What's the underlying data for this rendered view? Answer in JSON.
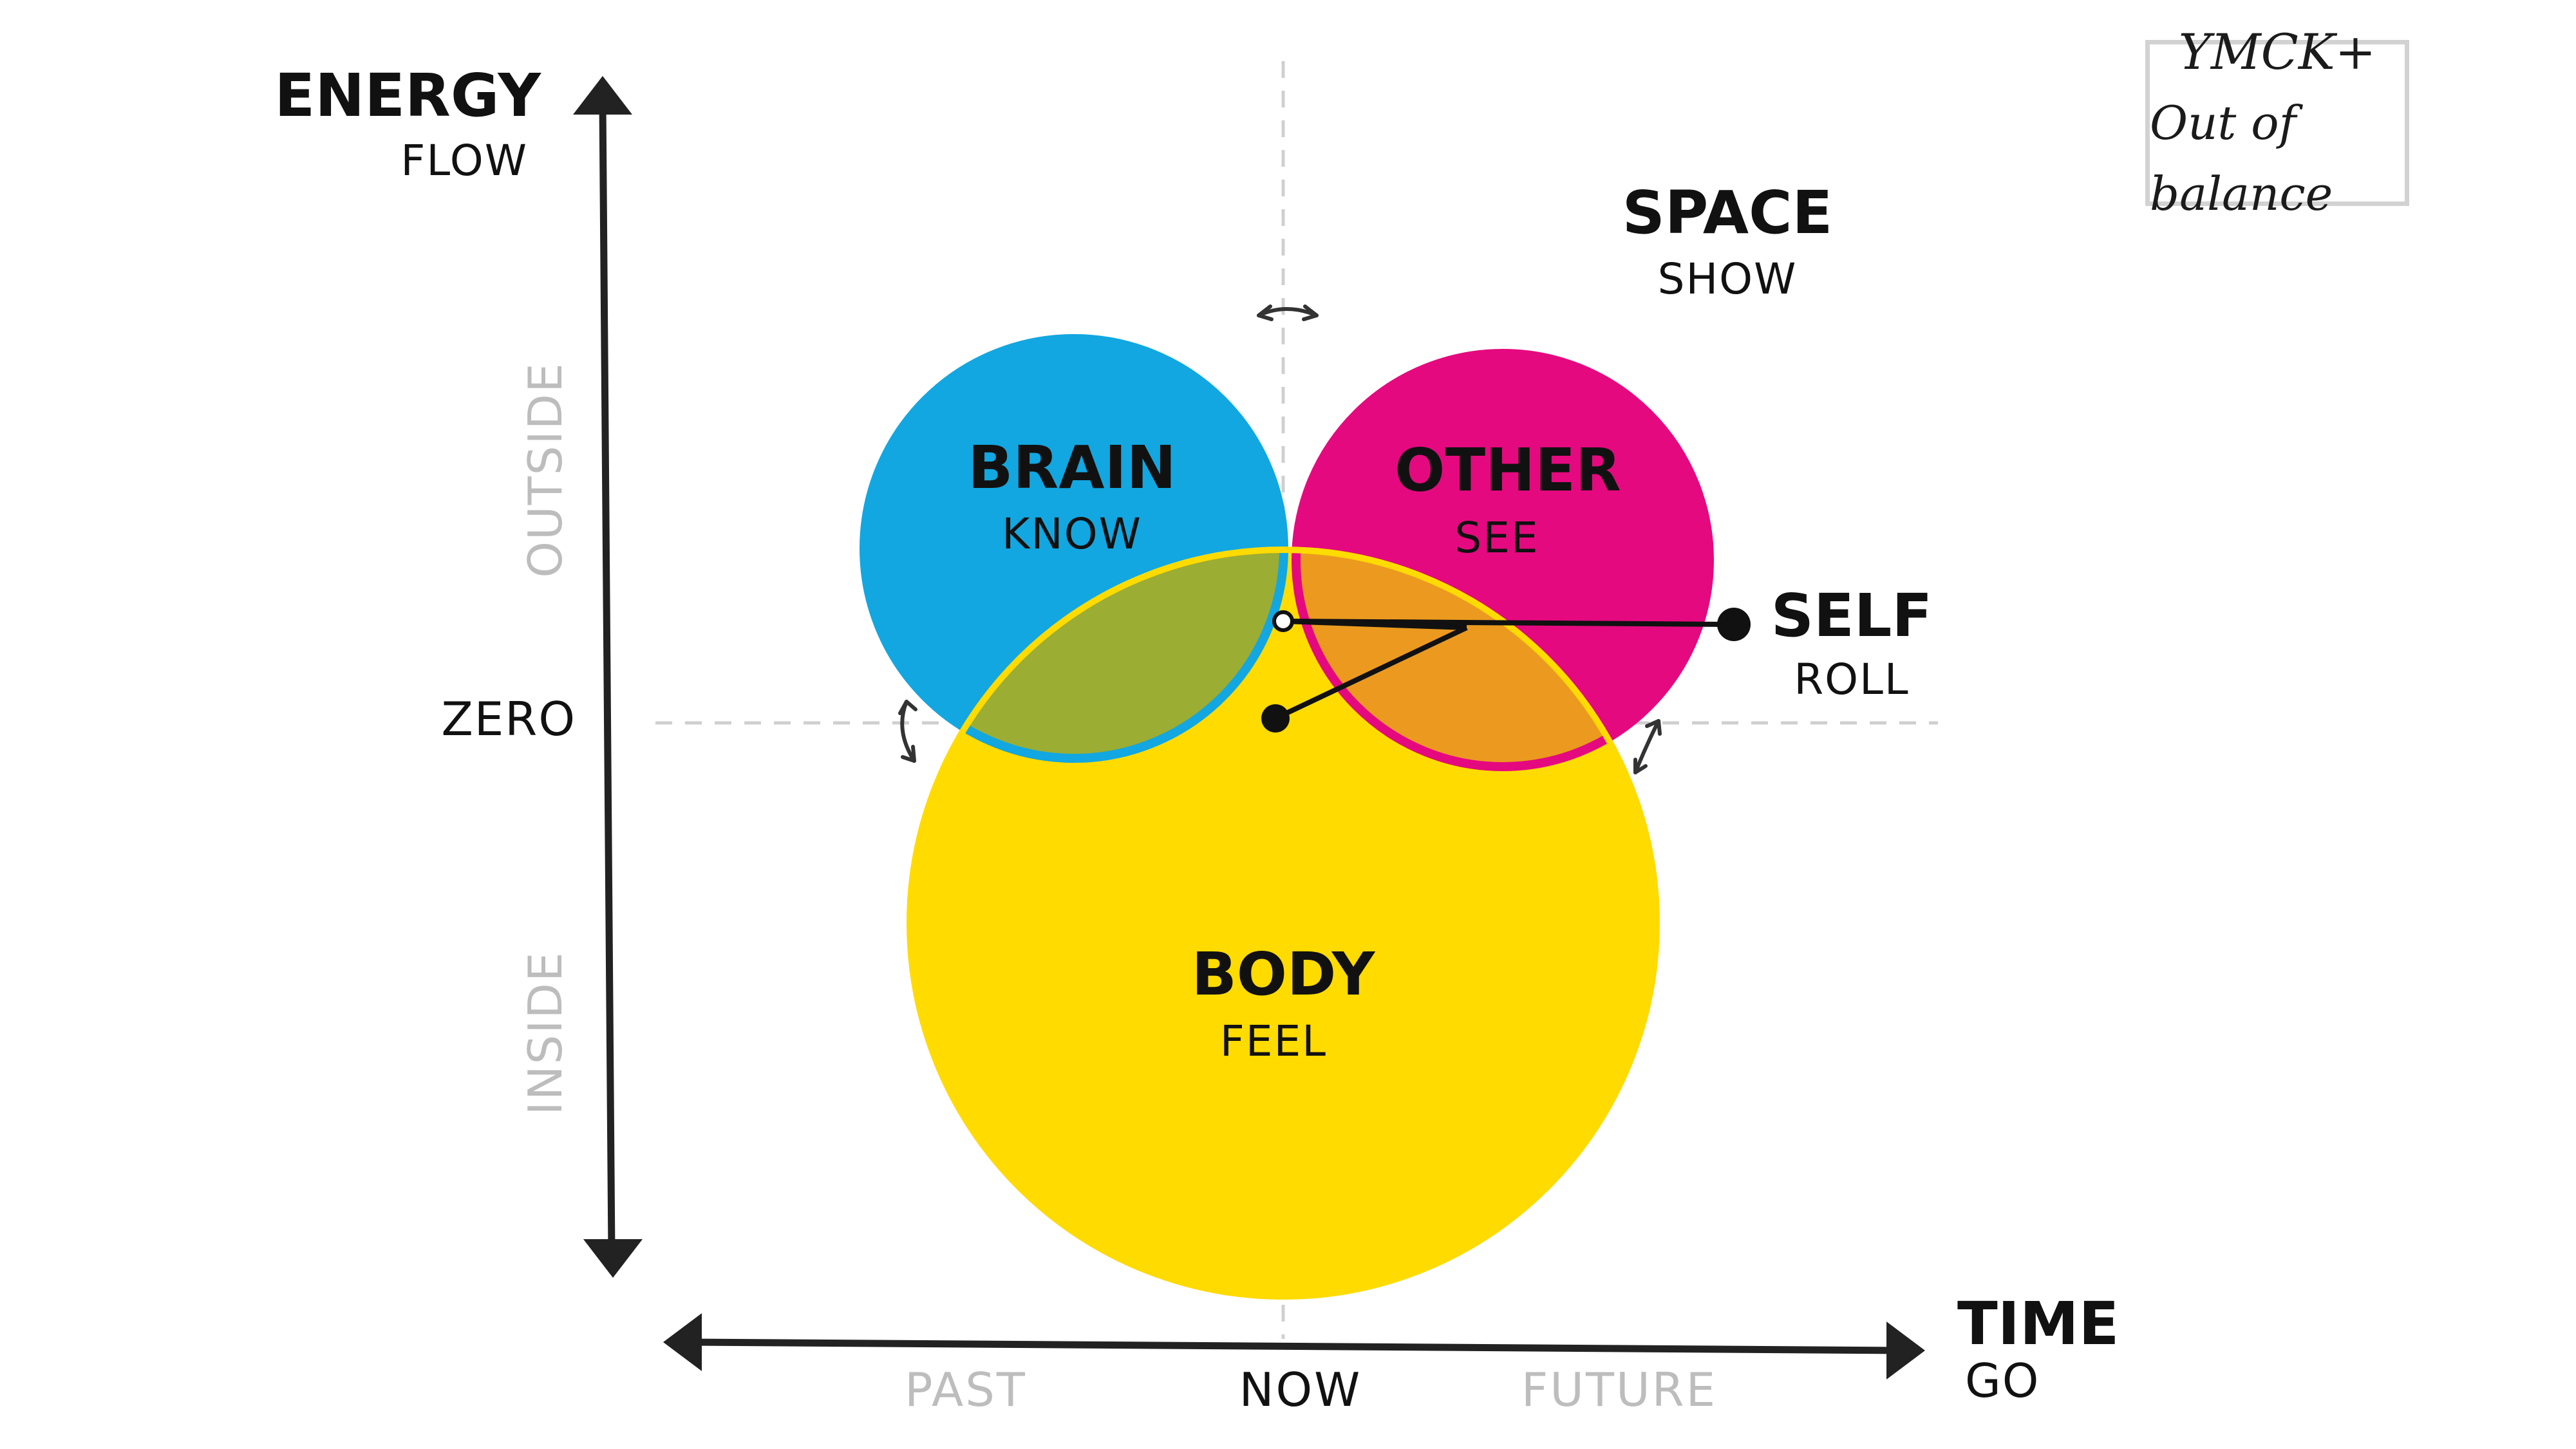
{
  "axes": {
    "energy": {
      "title": "ENERGY",
      "subtitle": "FLOW"
    },
    "time": {
      "title": "TIME",
      "subtitle": "GO"
    },
    "zero_label": "ZERO",
    "vertical_regions": {
      "upper": "OUTSIDE",
      "lower": "INSIDE"
    },
    "horizontal_regions": {
      "left": "PAST",
      "center": "NOW",
      "right": "FUTURE"
    }
  },
  "space": {
    "title": "SPACE",
    "subtitle": "SHOW"
  },
  "circles": {
    "brain": {
      "title": "BRAIN",
      "subtitle": "KNOW",
      "color": "#12a7e0"
    },
    "other": {
      "title": "OTHER",
      "subtitle": "SEE",
      "color": "#e5097f"
    },
    "body": {
      "title": "BODY",
      "subtitle": "FEEL",
      "color": "#ffdb00"
    }
  },
  "overlaps": {
    "brain_other": "#47306e",
    "brain_body": "#9bad33",
    "other_body": "#eb9a1f",
    "center": "#363449"
  },
  "self": {
    "title": "SELF",
    "subtitle": "ROLL"
  },
  "legend": {
    "line1": "YMCK+",
    "line2": "Out of balance"
  },
  "colors": {
    "ink": "#111111",
    "muted": "#bdbdbd",
    "guide": "#cfcfcf"
  }
}
